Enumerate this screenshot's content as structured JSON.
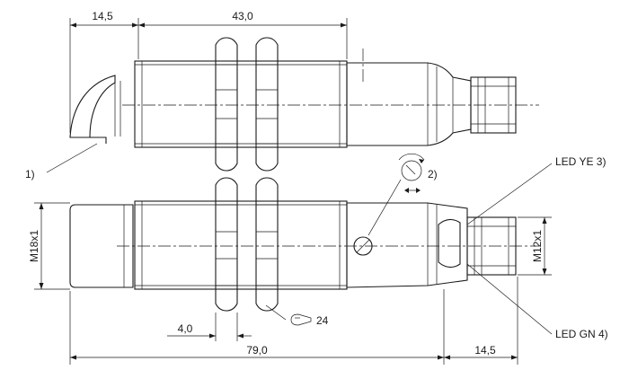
{
  "dimensions": {
    "top_left": "14,5",
    "top_main": "43,0",
    "nut_width": "4,0",
    "total_length": "79,0",
    "right_plug": "14,5",
    "thread_main": "M18x1",
    "thread_plug": "M12x1"
  },
  "callouts": {
    "cap": "1)",
    "adjust": "2)",
    "led_yellow": "LED YE 3)",
    "led_green": "LED GN 4)",
    "wrench": "24"
  }
}
